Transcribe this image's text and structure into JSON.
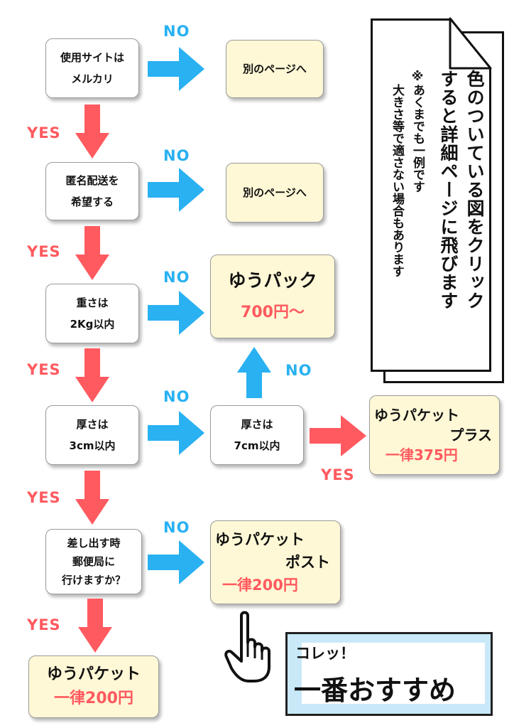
{
  "flow": {
    "q1": [
      "使用サイトは",
      "メルカリ"
    ],
    "q2": [
      "匿名配送を",
      "希望する"
    ],
    "q3": [
      "重さは",
      "2Kg以内"
    ],
    "q4": [
      "厚さは",
      "3cm以内"
    ],
    "q4b": [
      "厚さは",
      "7cm以内"
    ],
    "q5": [
      "差し出す時",
      "郵便局に",
      "行けますか？"
    ],
    "other1": "別のページへ",
    "other2": "別のページへ",
    "yupack": {
      "name": "ゆうパック",
      "price": "700円〜"
    },
    "packet_plus": {
      "name1": "ゆうパケット",
      "name2": "プラス",
      "price": "一律375円"
    },
    "packet_post": {
      "name1": "ゆうパケット",
      "name2": "ポスト",
      "price": "一律200円"
    },
    "packet": {
      "name": "ゆうパケット",
      "price": "一律200円"
    }
  },
  "labels": {
    "no": "NO",
    "yes": "YES"
  },
  "note": {
    "line1": "色のついている図をクリック",
    "line2": "すると詳細ページに飛びます",
    "line3": "※あくまでも一例です",
    "line4": "大きさ等で適さない場合もあります"
  },
  "recommend": {
    "small": "コレッ！",
    "big": "一番おすすめ"
  },
  "colors": {
    "no": "#29b1f2",
    "yes": "#ff5a5f",
    "highlight": "#fff8d6",
    "panel": "#c9e9f8"
  }
}
